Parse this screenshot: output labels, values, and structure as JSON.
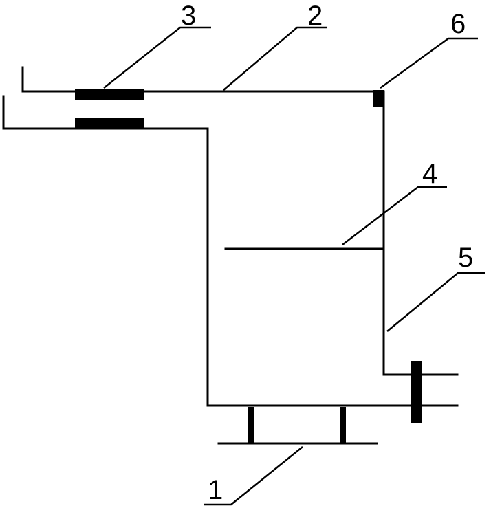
{
  "diagram": {
    "labels": {
      "l1": "1",
      "l2": "2",
      "l3": "3",
      "l4": "4",
      "l5": "5",
      "l6": "6"
    },
    "colors": {
      "stroke": "#000000",
      "background": "#ffffff"
    }
  }
}
